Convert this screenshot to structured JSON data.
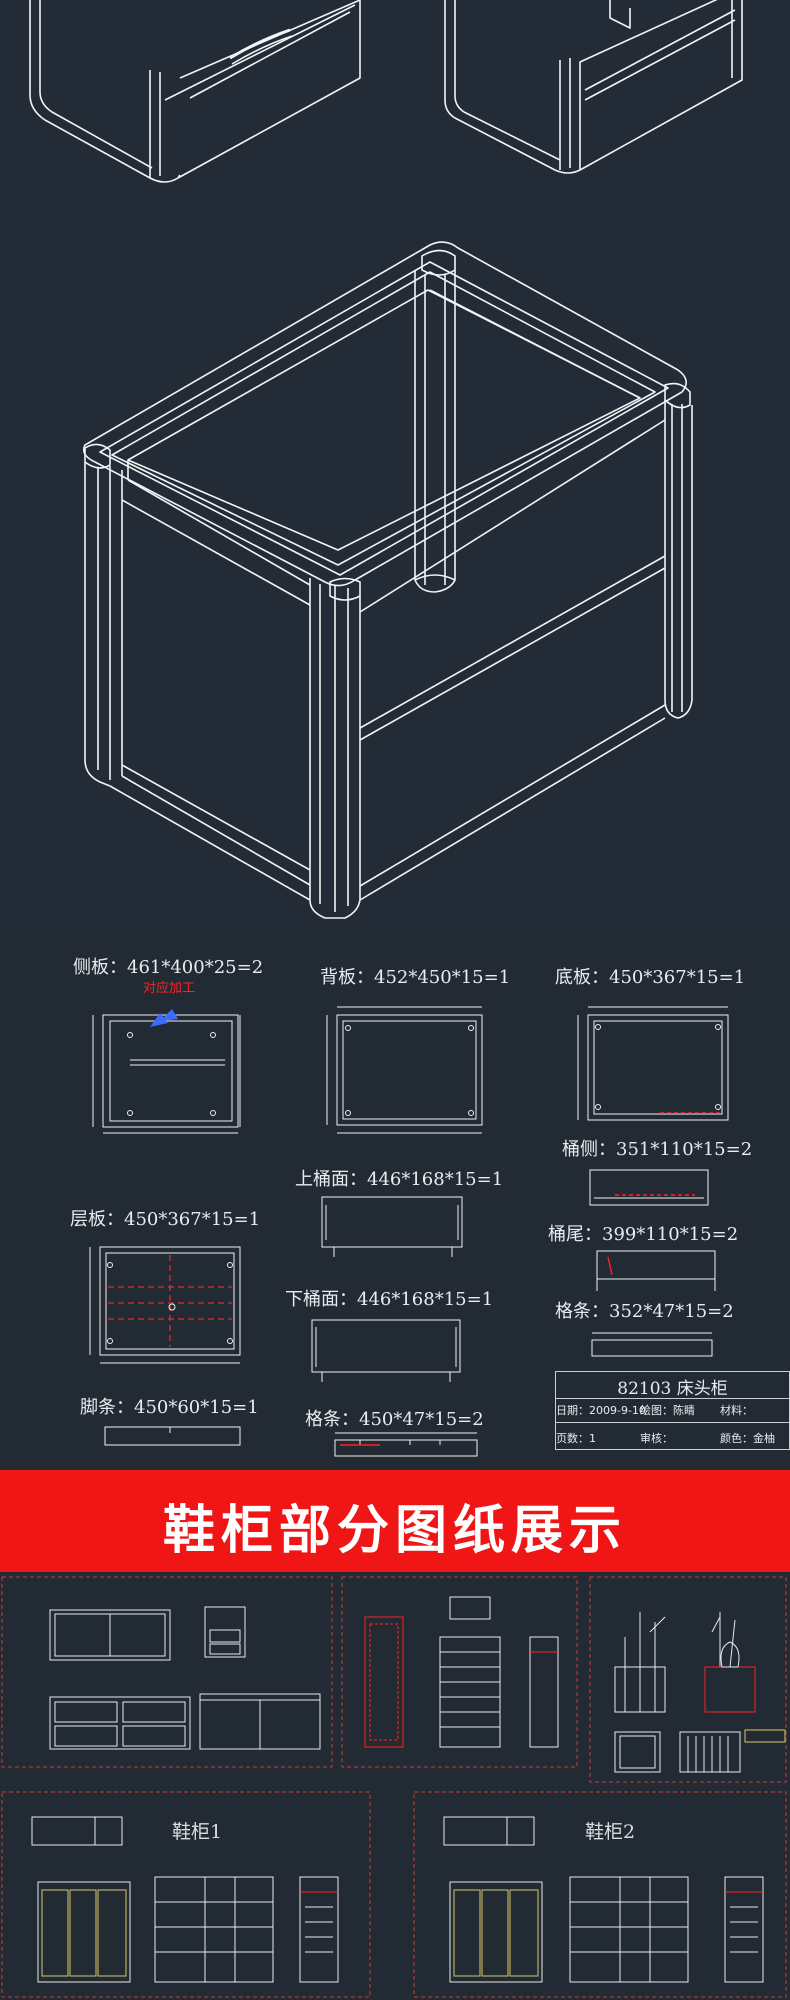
{
  "parts": {
    "side_board": {
      "label": "侧板：461*400*25=2",
      "note": "对应加工"
    },
    "back_board": {
      "label": "背板：452*450*15=1"
    },
    "bottom_board": {
      "label": "底板：450*367*15=1"
    },
    "barrel_side": {
      "label": "桶侧：351*110*15=2"
    },
    "upper_barrel": {
      "label": "上桶面：446*168*15=1"
    },
    "barrel_tail": {
      "label": "桶尾：399*110*15=2"
    },
    "shelf_board": {
      "label": "层板：450*367*15=1"
    },
    "lower_barrel": {
      "label": "下桶面：446*168*15=1"
    },
    "slat_small": {
      "label": "格条：352*47*15=2"
    },
    "foot_strip": {
      "label": "脚条：450*60*15=1"
    },
    "slat_large": {
      "label": "格条：450*47*15=2"
    }
  },
  "title_block": {
    "code_name": "82103 床头柜",
    "date": "日期：2009-9-10",
    "drafter": "绘图：陈睛",
    "material": "材料：",
    "pages": "页数：1",
    "review": "审核：",
    "color": "颜色：金柚"
  },
  "banner": {
    "text": "鞋柜部分图纸展示"
  },
  "shoe_sections": {
    "cabinet_1": "鞋柜1",
    "cabinet_2": "鞋柜2"
  },
  "colors": {
    "background": "#232c36",
    "line": "#ffffff",
    "banner": "#f01616",
    "accent_red": "#ff2222"
  }
}
